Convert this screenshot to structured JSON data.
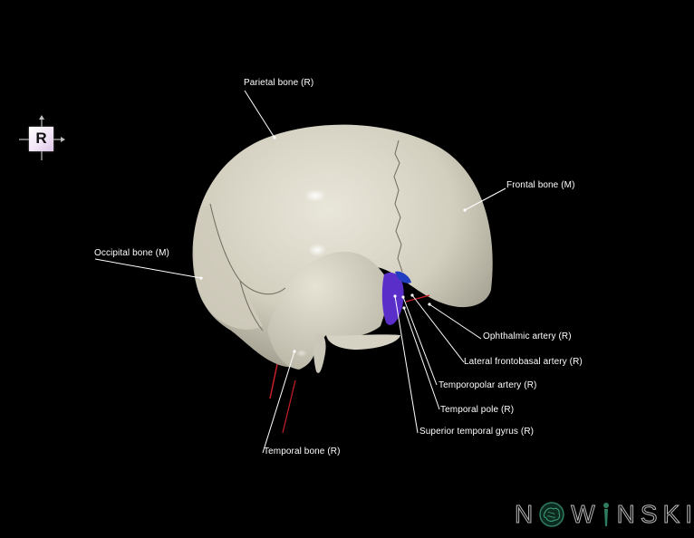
{
  "orientation_cube": {
    "letter": "R",
    "icon": "orientation-cube-icon"
  },
  "labels": {
    "parietal_bone": "Parietal bone (R)",
    "frontal_bone": "Frontal bone (M)",
    "occipital_bone": "Occipital bone (M)",
    "ophthalmic_artery": "Ophthalmic artery (R)",
    "lateral_frontobasal_artery": "Lateral frontobasal artery (R)",
    "temporopolar_artery": "Temporopolar artery (R)",
    "temporal_pole": "Temporal pole (R)",
    "superior_temporal_gyrus": "Superior temporal gyrus (R)",
    "temporal_bone": "Temporal bone (R)"
  },
  "logo": {
    "text_parts": [
      "N",
      "W",
      "NSKI"
    ],
    "brain_icon": "brain-icon",
    "figure_icon": "figure-icon",
    "accent_color": "#2e7d5e"
  },
  "colors": {
    "background": "#000000",
    "bone": "#d9d5c6",
    "brain": "#5a2fc9",
    "artery": "#c8202a",
    "leader_line": "#ffffff"
  }
}
